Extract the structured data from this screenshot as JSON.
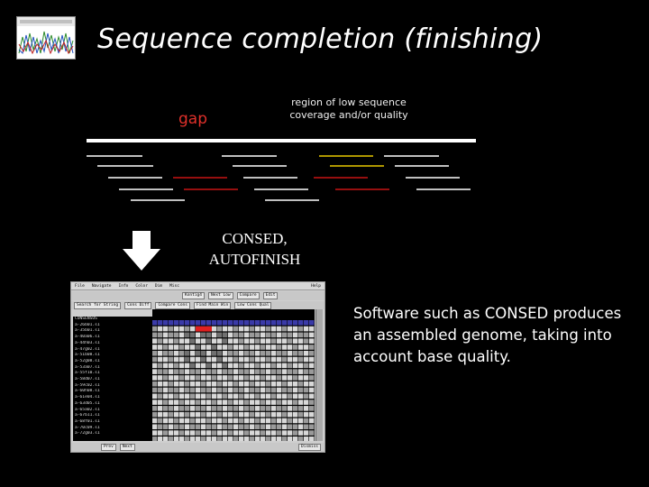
{
  "slide": {
    "title": "Sequence completion (finishing)",
    "gap_label": "gap",
    "region_label": "region of low sequence coverage and/or quality",
    "tool_label_line1": "CONSED,",
    "tool_label_line2": "AUTOFINISH",
    "description": "Software such as CONSED produces an assembled genome, taking into account base quality."
  },
  "colors": {
    "background": "#000000",
    "gap": "#e0302a",
    "low_coverage": "#e8c800",
    "low_quality": "#c81414",
    "read": "#ffffff"
  },
  "consed_window": {
    "menu": [
      "File",
      "Navigate",
      "Info",
      "Color",
      "Dim",
      "Misc",
      "Help"
    ],
    "toolbar": [
      "Kontig4",
      "Next Low",
      "Compare",
      "Edit"
    ],
    "toolbar2": [
      "Search for String",
      "Cons Diff",
      "Compare Cons",
      "Find Main Win",
      "Low Cons Qual"
    ],
    "read_names": [
      "CONSENSUS",
      "a-26b01.s1",
      "a-35b01.s1",
      "a-40a06.s1",
      "a-44h03.s1",
      "a-47g02.s1",
      "a-51b08.s1",
      "a-52g08.s1",
      "a-53a07.s1",
      "a-55f10.s1",
      "a-58d07.s1",
      "a-59c02.s1",
      "a-60h08.s1",
      "a-61e04.s1",
      "a-63d05.s1",
      "a-65a02.s1",
      "a-67b11.s1",
      "a-68f01.s1",
      "a-70c09.s1",
      "a-72g03.s1"
    ],
    "status": [
      "Prev",
      "Next",
      "Dismiss"
    ]
  }
}
